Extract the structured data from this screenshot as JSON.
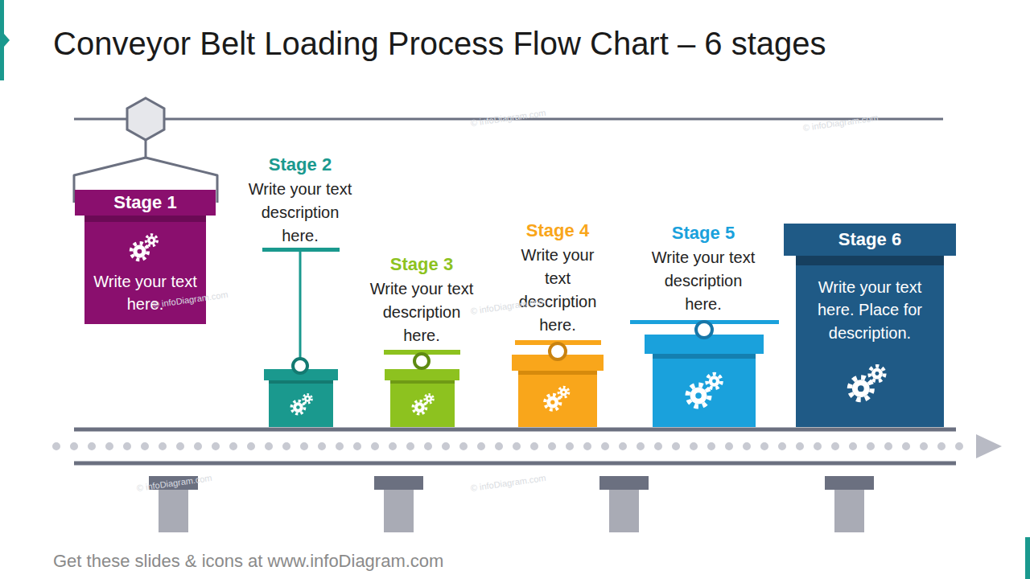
{
  "diagram": {
    "title": "Conveyor Belt Loading Process Flow Chart – 6 stages",
    "caption": "Get these slides & icons at www.infoDiagram.com",
    "nodes": [
      {
        "text": [
          "Stage 1",
          "Write your text here."
        ]
      },
      {
        "text": [
          "Stage 2",
          "Write your text description here."
        ]
      },
      {
        "text": [
          "Stage 3",
          "Write your text description here."
        ]
      },
      {
        "text": [
          "Stage 4",
          "Write your text description here."
        ]
      },
      {
        "text": [
          "Stage 5",
          "Write your text description here."
        ]
      },
      {
        "text": [
          "Stage 6",
          "Write your text here. Place for description."
        ]
      }
    ],
    "labels": [
      "© infoDiagram.com",
      "© infoDiagram.com",
      "© infoDiagram.com",
      "© infoDiagram.com",
      "© infoDiagram.com",
      "© infoDiagram.com"
    ]
  }
}
